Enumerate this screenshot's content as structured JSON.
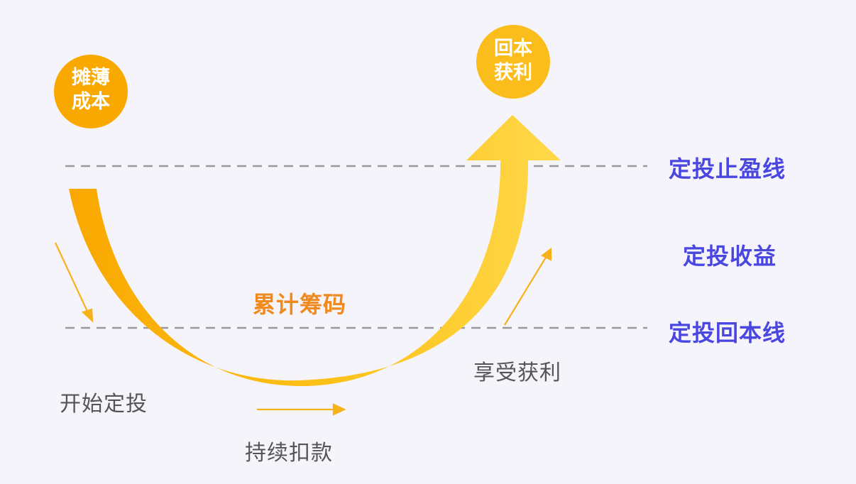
{
  "bubbles": {
    "lower_cost": {
      "line1": "摊薄",
      "line2": "成本",
      "color": "#f9a800"
    },
    "profit": {
      "line1": "回本",
      "line2": "获利",
      "color": "#fbbd1c"
    }
  },
  "lines": {
    "stop_profit": "定投止盈线",
    "income": "定投收益",
    "break_even": "定投回本线"
  },
  "stages": {
    "start": "开始定投",
    "continue": "持续扣款",
    "accumulate": "累计筹码",
    "enjoy": "享受获利"
  },
  "colors": {
    "background": "#f6f4fb",
    "curve_dark": "#f9a800",
    "curve_light": "#ffd84a",
    "dashed_line": "#9a9a9a",
    "right_labels": "#4a46e0",
    "accent_text": "#f08a1e",
    "gray_text": "#555555"
  }
}
